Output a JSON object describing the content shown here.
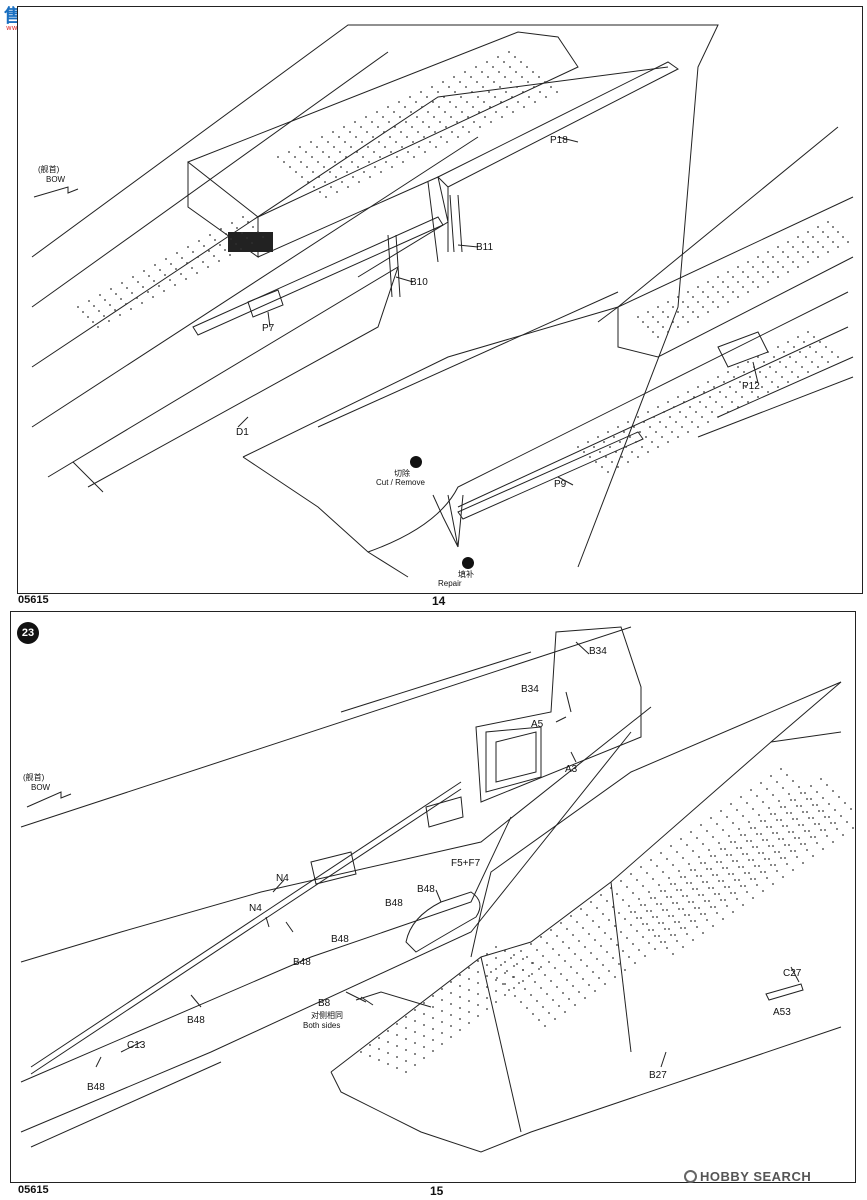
{
  "watermark": {
    "site_cn": "售网",
    "site_small": "www.bob.com"
  },
  "top_page": {
    "page_number": "14",
    "product_code": "05615",
    "bow_cn": "(舰首)",
    "bow_en": "BOW",
    "parts": {
      "p18": "P18",
      "b11": "B11",
      "b10": "B10",
      "p7": "P7",
      "p12": "P12",
      "d1": "D1",
      "p9": "P9"
    },
    "cut_cn": "切除",
    "cut_en": "Cut / Remove",
    "repair_cn": "填补",
    "repair_en": "Repair"
  },
  "bottom_page": {
    "step": "23",
    "page_number": "15",
    "product_code": "05615",
    "bow_cn": "(舰首)",
    "bow_en": "BOW",
    "parts": {
      "b34a": "B34",
      "b34b": "B34",
      "a5": "A5",
      "a3": "A3",
      "n4a": "N4",
      "n4b": "N4",
      "b48a": "B48",
      "b48b": "B48",
      "b48c": "B48",
      "b48d": "B48",
      "b48e": "B48",
      "b48f": "B48",
      "f5f7": "F5+F7",
      "b8": "B8",
      "c13": "C13",
      "c27": "C27",
      "a53": "A53",
      "b27": "B27"
    },
    "both_cn": "对侧相同",
    "both_en": "Both sides"
  },
  "hobbysearch": {
    "name": "HOBBY SEARCH"
  }
}
